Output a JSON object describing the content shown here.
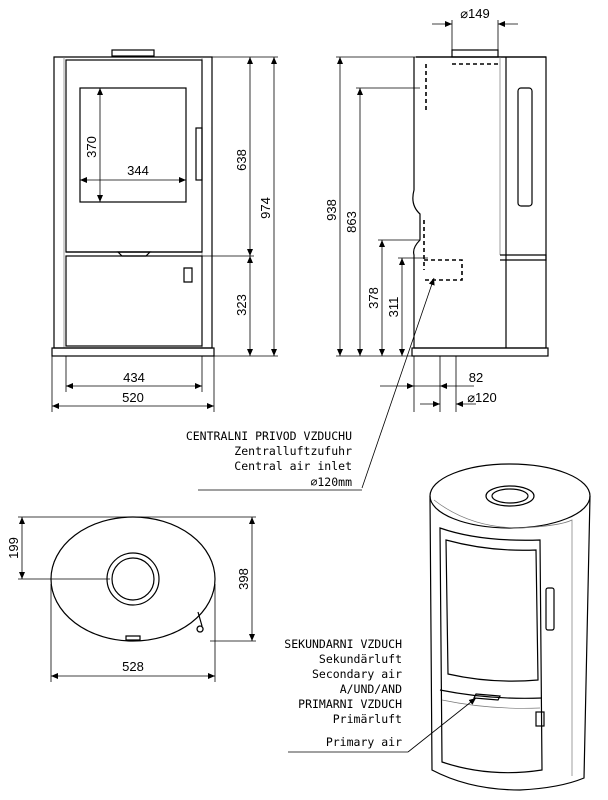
{
  "dimensions": {
    "front": {
      "window_height": "370",
      "window_width": "344",
      "upper_height": "638",
      "total_height": "974",
      "lower_height": "323",
      "inner_width": "434",
      "outer_width": "520"
    },
    "side": {
      "flue_diameter": "⌀149",
      "height_938": "938",
      "height_863": "863",
      "height_378": "378",
      "height_311": "311",
      "offset_82": "82",
      "inlet_diameter": "⌀120"
    },
    "top": {
      "half_depth": "199",
      "depth": "398",
      "width": "528"
    }
  },
  "labels": {
    "air_inlet": [
      "CENTRALNI PRIVOD VZDUCHU",
      "Zentralluftzufuhr",
      "Central air inlet",
      "⌀120mm"
    ],
    "air_flow": [
      "SEKUNDARNI VZDUCH",
      "Sekundärluft",
      "Secondary air",
      "A/UND/AND",
      "PRIMARNI VZDUCH",
      "Primärluft",
      "Primary air"
    ]
  }
}
